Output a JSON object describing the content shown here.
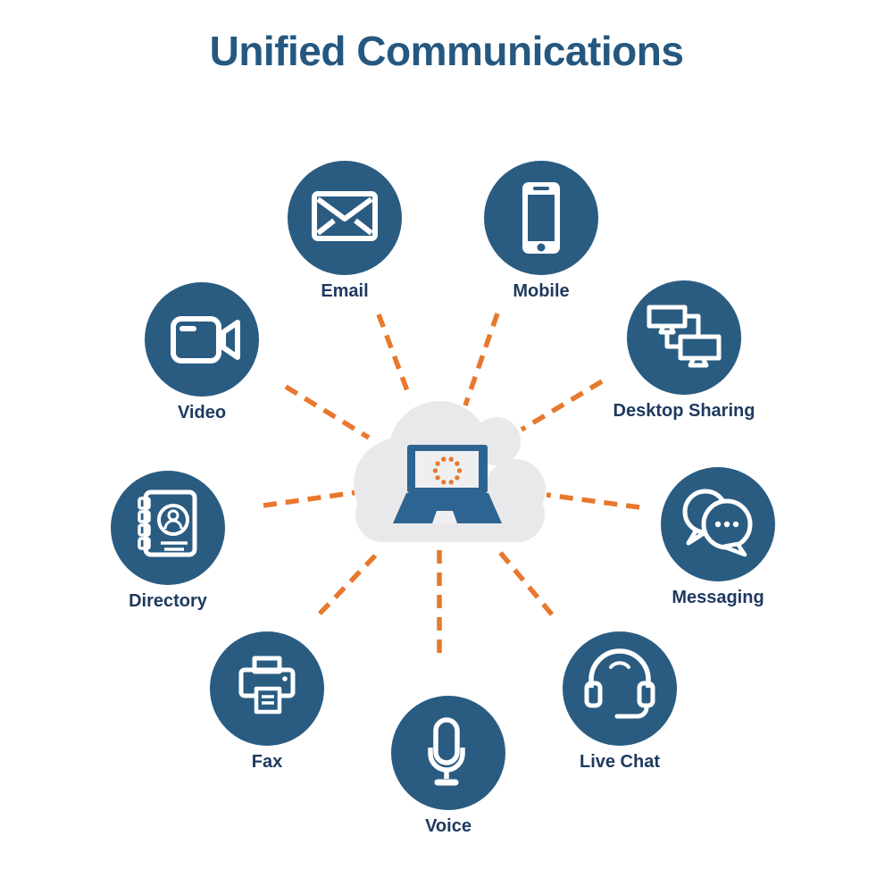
{
  "title": "Unified Communications",
  "colors": {
    "node_blue": "#2A5C82",
    "laptop_blue": "#2D6492",
    "accent_orange": "#E8782D",
    "cloud_gray": "#E9E9EB",
    "screen_gray": "#EFEFF1",
    "title_navy": "#255880",
    "label_navy": "#1F3A60"
  },
  "hub": {
    "icons": [
      "cloud-icon",
      "laptop-icon",
      "loading-spinner-icon"
    ],
    "connector_style": "orange-dashed"
  },
  "nodes": [
    {
      "id": "email",
      "label": "Email",
      "icon": "email-icon"
    },
    {
      "id": "mobile",
      "label": "Mobile",
      "icon": "mobile-icon"
    },
    {
      "id": "video",
      "label": "Video",
      "icon": "video-camera-icon"
    },
    {
      "id": "desktop-sharing",
      "label": "Desktop Sharing",
      "icon": "desktop-sharing-icon"
    },
    {
      "id": "directory",
      "label": "Directory",
      "icon": "directory-book-icon"
    },
    {
      "id": "messaging",
      "label": "Messaging",
      "icon": "chat-bubbles-icon"
    },
    {
      "id": "fax",
      "label": "Fax",
      "icon": "fax-printer-icon"
    },
    {
      "id": "live-chat",
      "label": "Live Chat",
      "icon": "headset-icon"
    },
    {
      "id": "voice",
      "label": "Voice",
      "icon": "microphone-icon"
    }
  ]
}
